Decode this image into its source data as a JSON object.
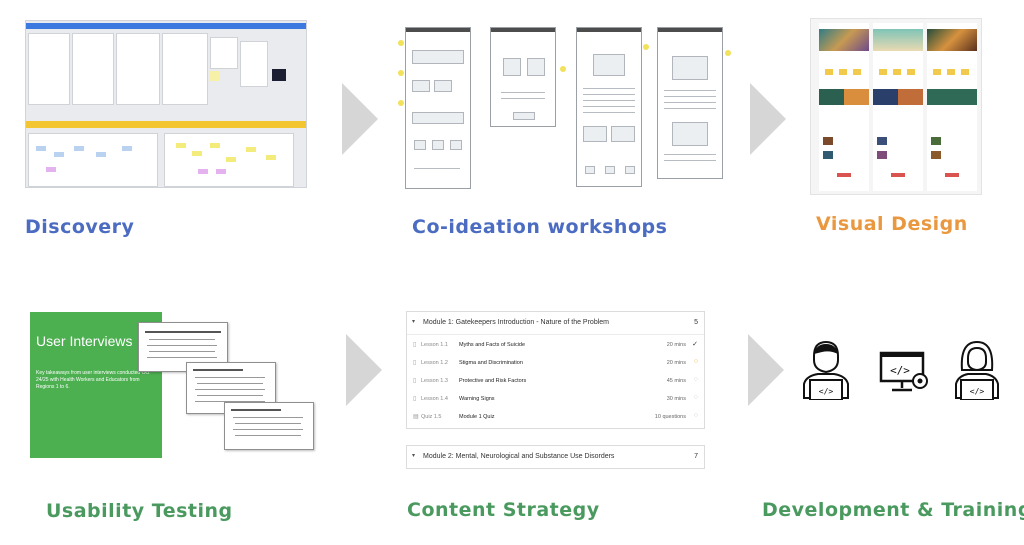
{
  "steps": {
    "discovery": "Discovery",
    "coideation": "Co-ideation workshops",
    "visual_design": "Visual Design",
    "usability": "Usability Testing",
    "content_strategy": "Content Strategy",
    "development": "Development & Training"
  },
  "colors": {
    "blue": "#4b6cc1",
    "orange": "#e99840",
    "green": "#4a9a5f",
    "card_green": "#4caf50",
    "arrow_grey": "#d6d6d6"
  },
  "usability_card": {
    "title": "User Interviews",
    "intro": "Key takeaways from user interviews conducted Oct 24/25 with Health Workers and Educators from Regions 1 to 6."
  },
  "modules": [
    {
      "title": "Module 1: Gatekeepers Introduction - Nature of the Problem",
      "count": "5",
      "lessons": [
        {
          "num": "Lesson 1.1",
          "title": "Myths and Facts of Suicide",
          "duration": "20 mins",
          "status": "✓"
        },
        {
          "num": "Lesson 1.2",
          "title": "Stigma and Discrimination",
          "duration": "20 mins",
          "status": "○"
        },
        {
          "num": "Lesson 1.3",
          "title": "Protective and Risk Factors",
          "duration": "45 mins",
          "status": "○"
        },
        {
          "num": "Lesson 1.4",
          "title": "Warning Signs",
          "duration": "30 mins",
          "status": "○"
        },
        {
          "num": "Quiz 1.5",
          "title": "Module 1 Quiz",
          "duration": "10 questions",
          "status": "○"
        }
      ]
    },
    {
      "title": "Module 2: Mental, Neurological and Substance Use Disorders",
      "count": "7"
    }
  ],
  "icons": {
    "arrow": "chevron-right-arrow",
    "developer_male": "developer-person-icon",
    "code_monitor": "code-monitor-gear-icon",
    "developer_female": "developer-woman-icon"
  }
}
